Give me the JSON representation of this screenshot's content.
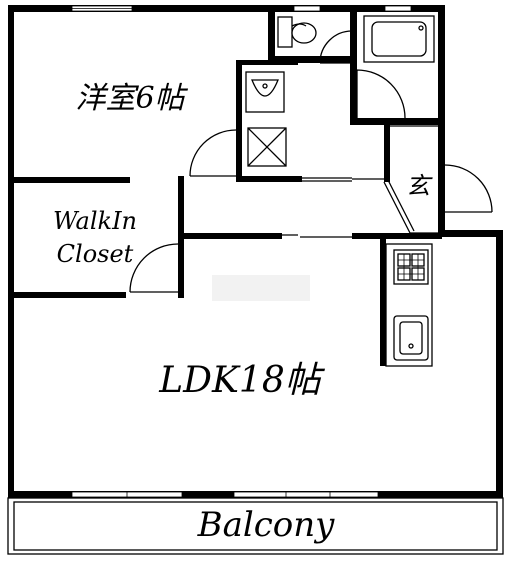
{
  "rooms": {
    "western_room": "洋室6帖",
    "walkin_line1": "WalkIn",
    "walkin_line2": "Closet",
    "ldk": "LDK18帖",
    "entrance": "玄",
    "balcony": "Balcony"
  }
}
